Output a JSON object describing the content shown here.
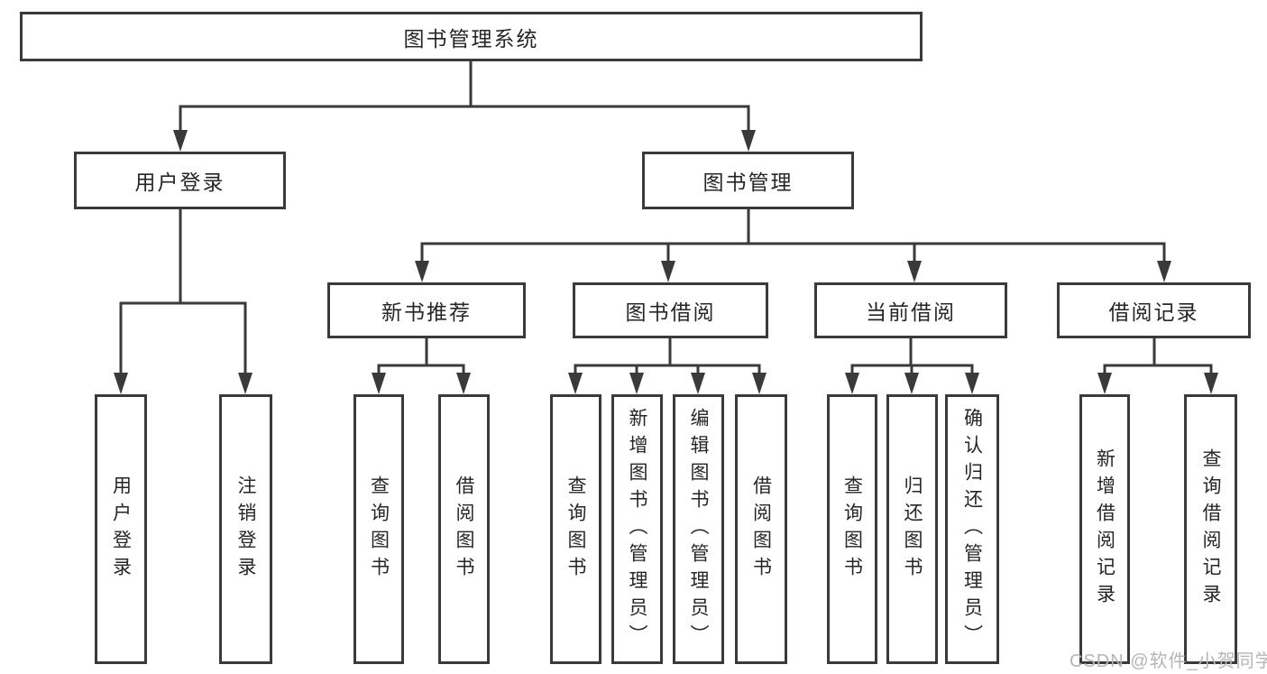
{
  "diagram": {
    "title": "图书管理系统",
    "level2": {
      "user_login": "用户登录",
      "book_management": "图书管理"
    },
    "level3": {
      "new_book_recommend": "新书推荐",
      "book_borrowing": "图书借阅",
      "current_borrowing": "当前借阅",
      "borrowing_records": "借阅记录"
    },
    "leaves": {
      "user_login": "用户登录",
      "logout": "注销登录",
      "recommend_query_book": "查询图书",
      "recommend_borrow_book": "借阅图书",
      "borrowing_query_book": "查询图书",
      "borrowing_add_book": "新增图书（管理员）",
      "borrowing_edit_book": "编辑图书（管理员）",
      "borrowing_borrow_book": "借阅图书",
      "current_query_book": "查询图书",
      "current_return_book": "归还图书",
      "current_confirm_return": "确认归还（管理员）",
      "records_add_record": "新增借阅记录",
      "records_query_record": "查询借阅记录"
    }
  },
  "watermark": "CSDN @软件_小贺同学",
  "colors": {
    "line": "#3a3a3a",
    "text": "#262626",
    "background": "#ffffff",
    "watermark": "#b5b5b5"
  }
}
